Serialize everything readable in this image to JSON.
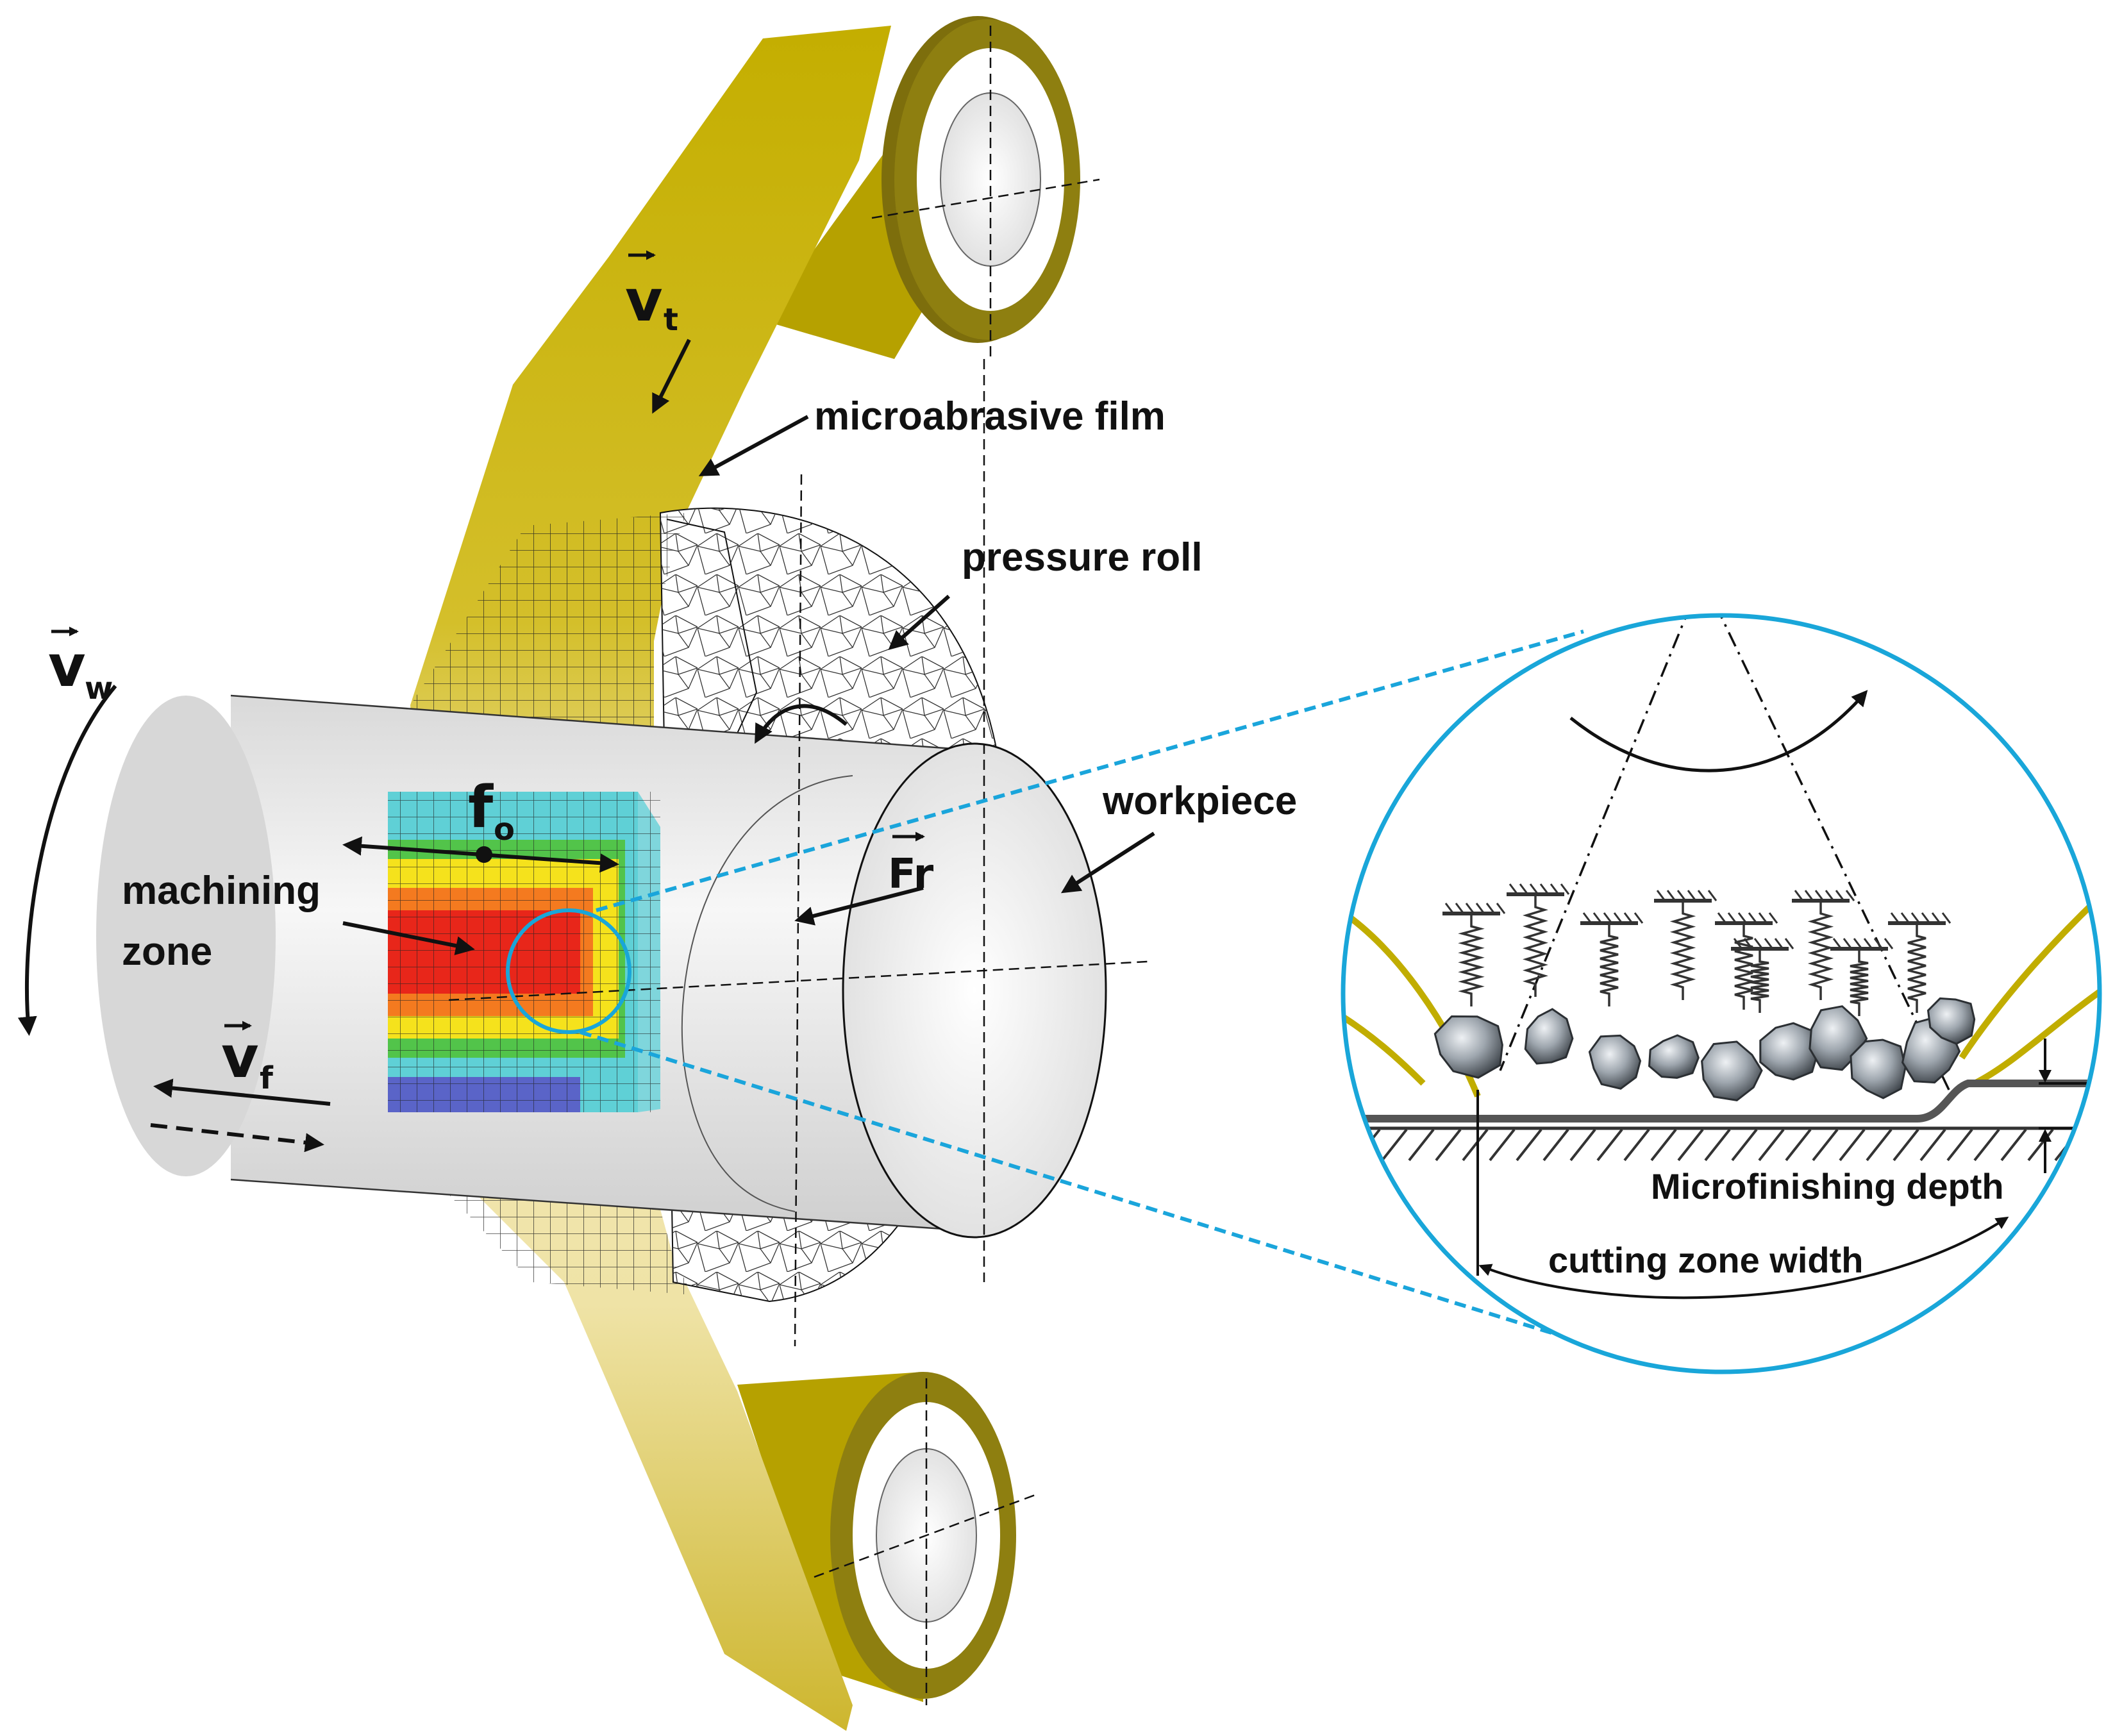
{
  "labels": {
    "microabrasive_film": "microabrasive film",
    "pressure_roll": "pressure roll",
    "workpiece": "workpiece",
    "machining_zone_line1": "machining",
    "machining_zone_line2": "zone",
    "microfinishing_depth": "Microfinishing depth",
    "cutting_zone_width": "cutting zone width"
  },
  "symbols": {
    "vt": "v",
    "vt_sub": "t",
    "vw": "v",
    "vw_sub": "w",
    "vf": "v",
    "vf_sub": "f",
    "fo": "f",
    "fo_sub": "o",
    "fr": "Fr"
  },
  "colors": {
    "film": "#c9b400",
    "film_dark": "#8e7f10",
    "film_light": "#efe2a8",
    "detail_circle": "#19a6d9",
    "callout_line": "#1aa5db",
    "heat_red": "#e8261a",
    "heat_orange": "#f47a1f",
    "heat_yellow": "#f5e21c",
    "heat_green": "#52c44a",
    "heat_cyan": "#5fd0d6",
    "heat_blue": "#5a64c8",
    "ink": "#111111"
  },
  "icons": [
    "arrow-icon",
    "spring-icon",
    "ground-hatch-icon",
    "abrasive-grain-icon"
  ]
}
